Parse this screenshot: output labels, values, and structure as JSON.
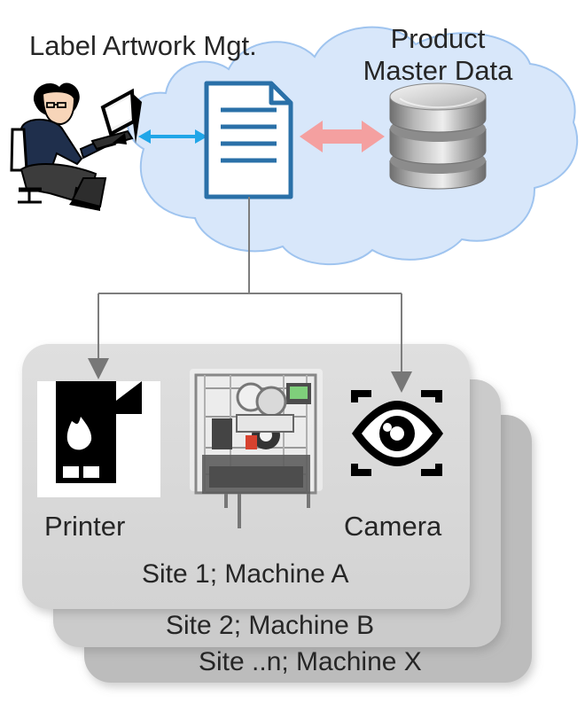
{
  "labels": {
    "label_artwork": "Label Artwork Mgt.",
    "product_master_line1": "Product",
    "product_master_line2": "Master Data",
    "printer": "Printer",
    "camera": "Camera",
    "site1": "Site 1; Machine A",
    "site2": "Site 2; Machine B",
    "siten": "Site ..n; Machine X"
  },
  "colors": {
    "cloud_fill": "#d8e7fa",
    "cloud_stroke": "#9fc4ef",
    "document_blue": "#2a70a8",
    "connector": "#7d7d7d",
    "double_arrow_blue": "#20a6e8",
    "double_arrow_pink": "#f4a0a0",
    "site_card_front": "#d9d9d9",
    "site_card_middle": "#c9c9c9",
    "site_card_back": "#bcbcbc",
    "text": "#262626"
  },
  "icons": {
    "user": "person-at-computer-icon",
    "document": "document-icon",
    "database": "database-icon",
    "printer": "printer-icon",
    "machine": "labeling-machine-icon",
    "camera": "camera-eye-icon"
  }
}
